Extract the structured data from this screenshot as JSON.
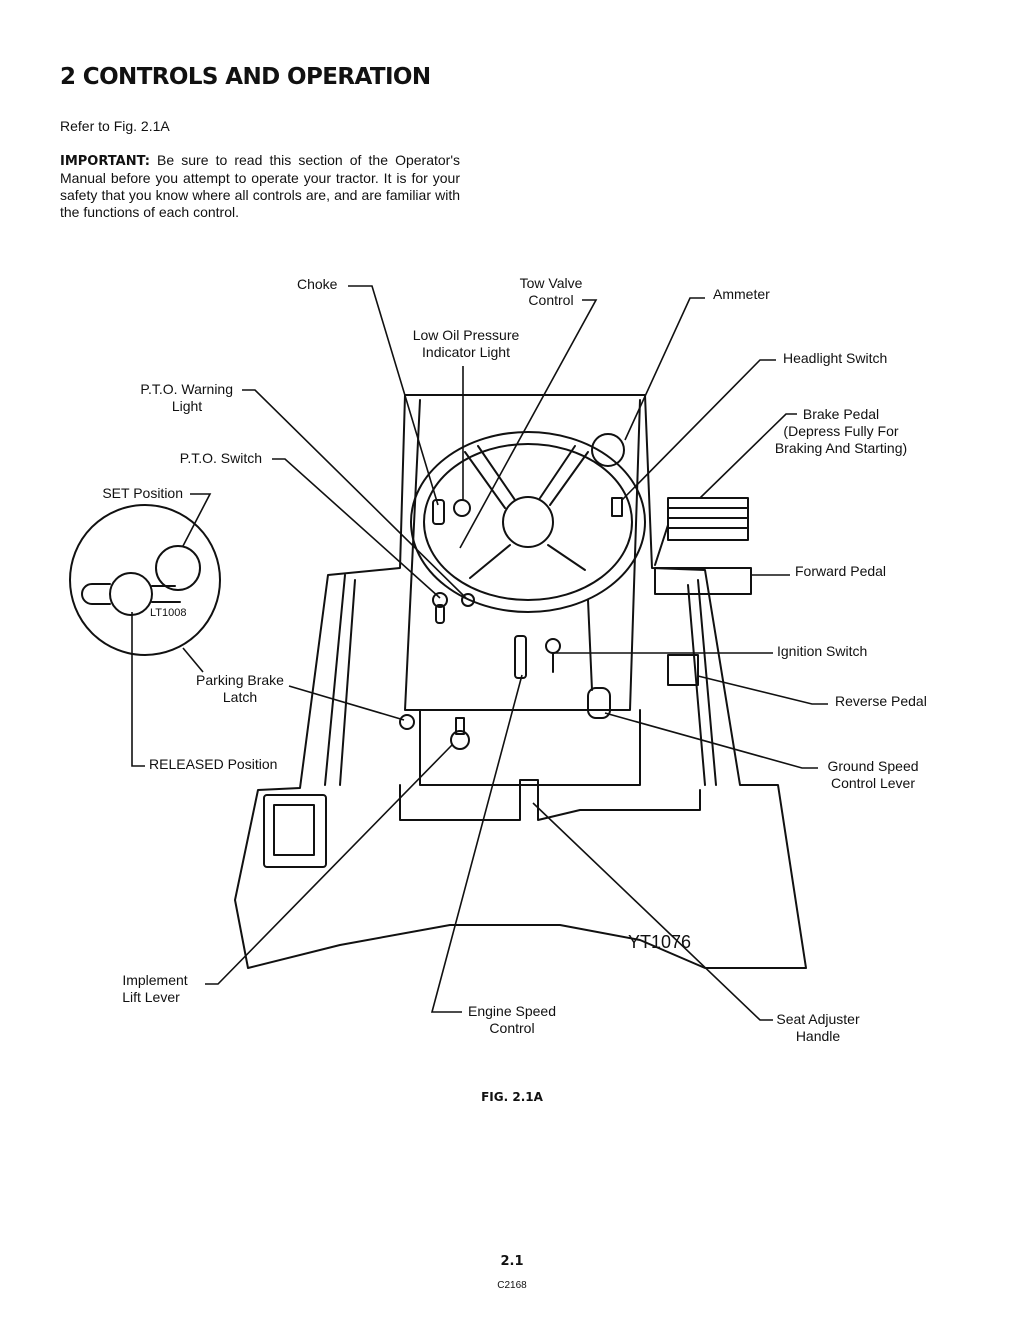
{
  "page": {
    "title": "2 CONTROLS AND OPERATION",
    "refer": "Refer to Fig. 2.1A",
    "important_label": "IMPORTANT:",
    "important_text": " Be sure to read this section of the Operator's Manual before you attempt to operate your tractor. It is for your safety that you know where all  controls are, and are familiar with the functions of each control.",
    "figure_caption": "FIG. 2.1A",
    "page_number": "2.1",
    "doc_code": "C2168"
  },
  "figure": {
    "inset_code": "LT1008",
    "drawing_code": "YT1076",
    "labels": {
      "choke": "Choke",
      "tow_valve_1": "Tow Valve",
      "tow_valve_2": "Control",
      "ammeter": "Ammeter",
      "low_oil_1": "Low Oil Pressure",
      "low_oil_2": "Indicator Light",
      "headlight": "Headlight Switch",
      "pto_warning_1": "P.T.O. Warning",
      "pto_warning_2": "Light",
      "brake_1": "Brake Pedal",
      "brake_2": "(Depress Fully For",
      "brake_3": "Braking And Starting)",
      "pto_switch": "P.T.O. Switch",
      "set_position": "SET Position",
      "forward_pedal": "Forward Pedal",
      "ignition": "Ignition Switch",
      "parking_1": "Parking Brake",
      "parking_2": "Latch",
      "reverse_pedal": "Reverse Pedal",
      "released_position": "RELEASED Position",
      "ground_speed_1": "Ground Speed",
      "ground_speed_2": "Control Lever",
      "implement_1": "Implement",
      "implement_2": "Lift Lever",
      "engine_speed_1": "Engine Speed",
      "engine_speed_2": "Control",
      "seat_adjuster_1": "Seat Adjuster",
      "seat_adjuster_2": "Handle"
    }
  }
}
